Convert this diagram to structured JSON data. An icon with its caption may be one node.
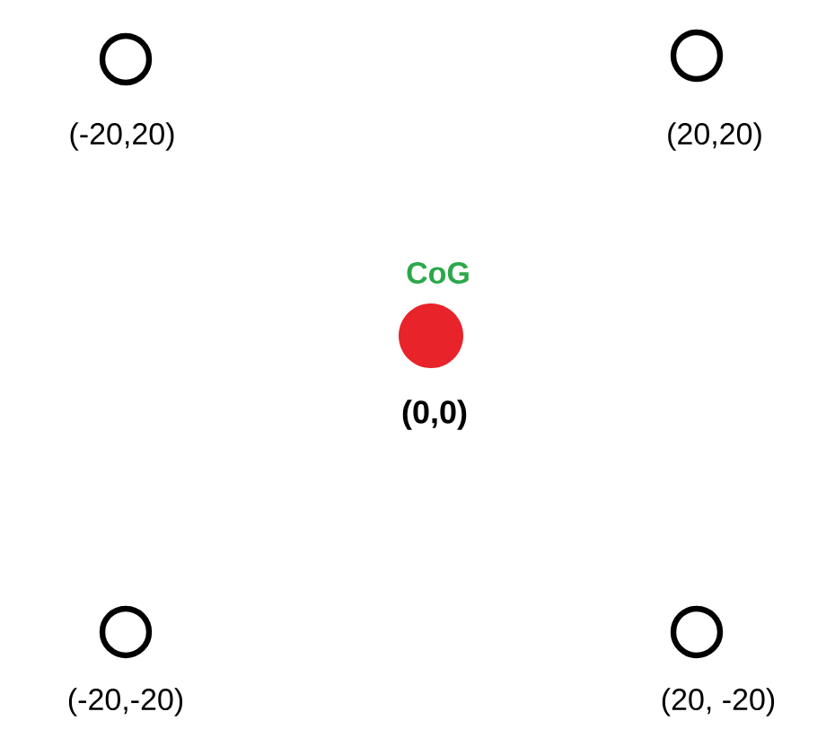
{
  "diagram": {
    "nodes": [
      {
        "text": [],
        "shape": "circle",
        "beside": [
          "(-20,20)"
        ]
      },
      {
        "text": [],
        "shape": "circle",
        "beside": [
          "(20,20)"
        ]
      },
      {
        "text": [],
        "shape": "circle",
        "beside": [
          "CoG",
          "(0,0)"
        ]
      },
      {
        "text": [],
        "shape": "circle",
        "beside": [
          "(-20,-20)"
        ]
      },
      {
        "text": [],
        "shape": "circle",
        "beside": [
          "(20, -20)"
        ]
      }
    ]
  }
}
